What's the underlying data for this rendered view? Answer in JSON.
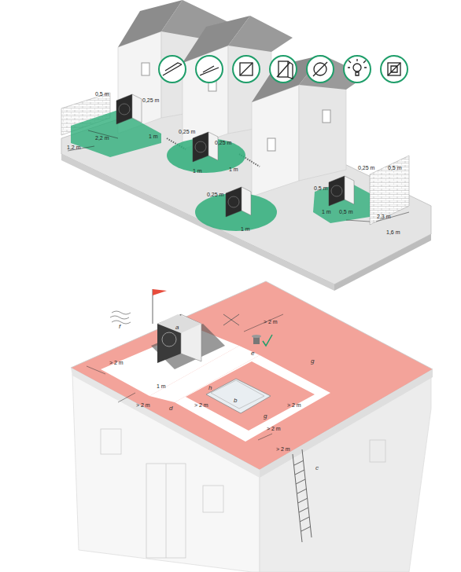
{
  "diagram": {
    "labels": [
      "0,5 m",
      "0,25 m",
      "1 m",
      "2,2 m",
      "1,2 m",
      "0,25 m",
      "0,25 m",
      "1 m",
      "1 m",
      "0,25 m",
      "1 m",
      "0,25 m",
      "0,5 m",
      "0,5 m",
      "1 m",
      "0,5 m",
      "2,3 m",
      "1,6 m",
      "a",
      "f",
      "> 2 m",
      "e",
      "g",
      "> 2 m",
      "1 m",
      "h",
      "b",
      "> 2 m",
      "d",
      "> 2 m",
      "> 2 m",
      "g",
      "> 2 m",
      "> 2 m",
      "c"
    ]
  }
}
